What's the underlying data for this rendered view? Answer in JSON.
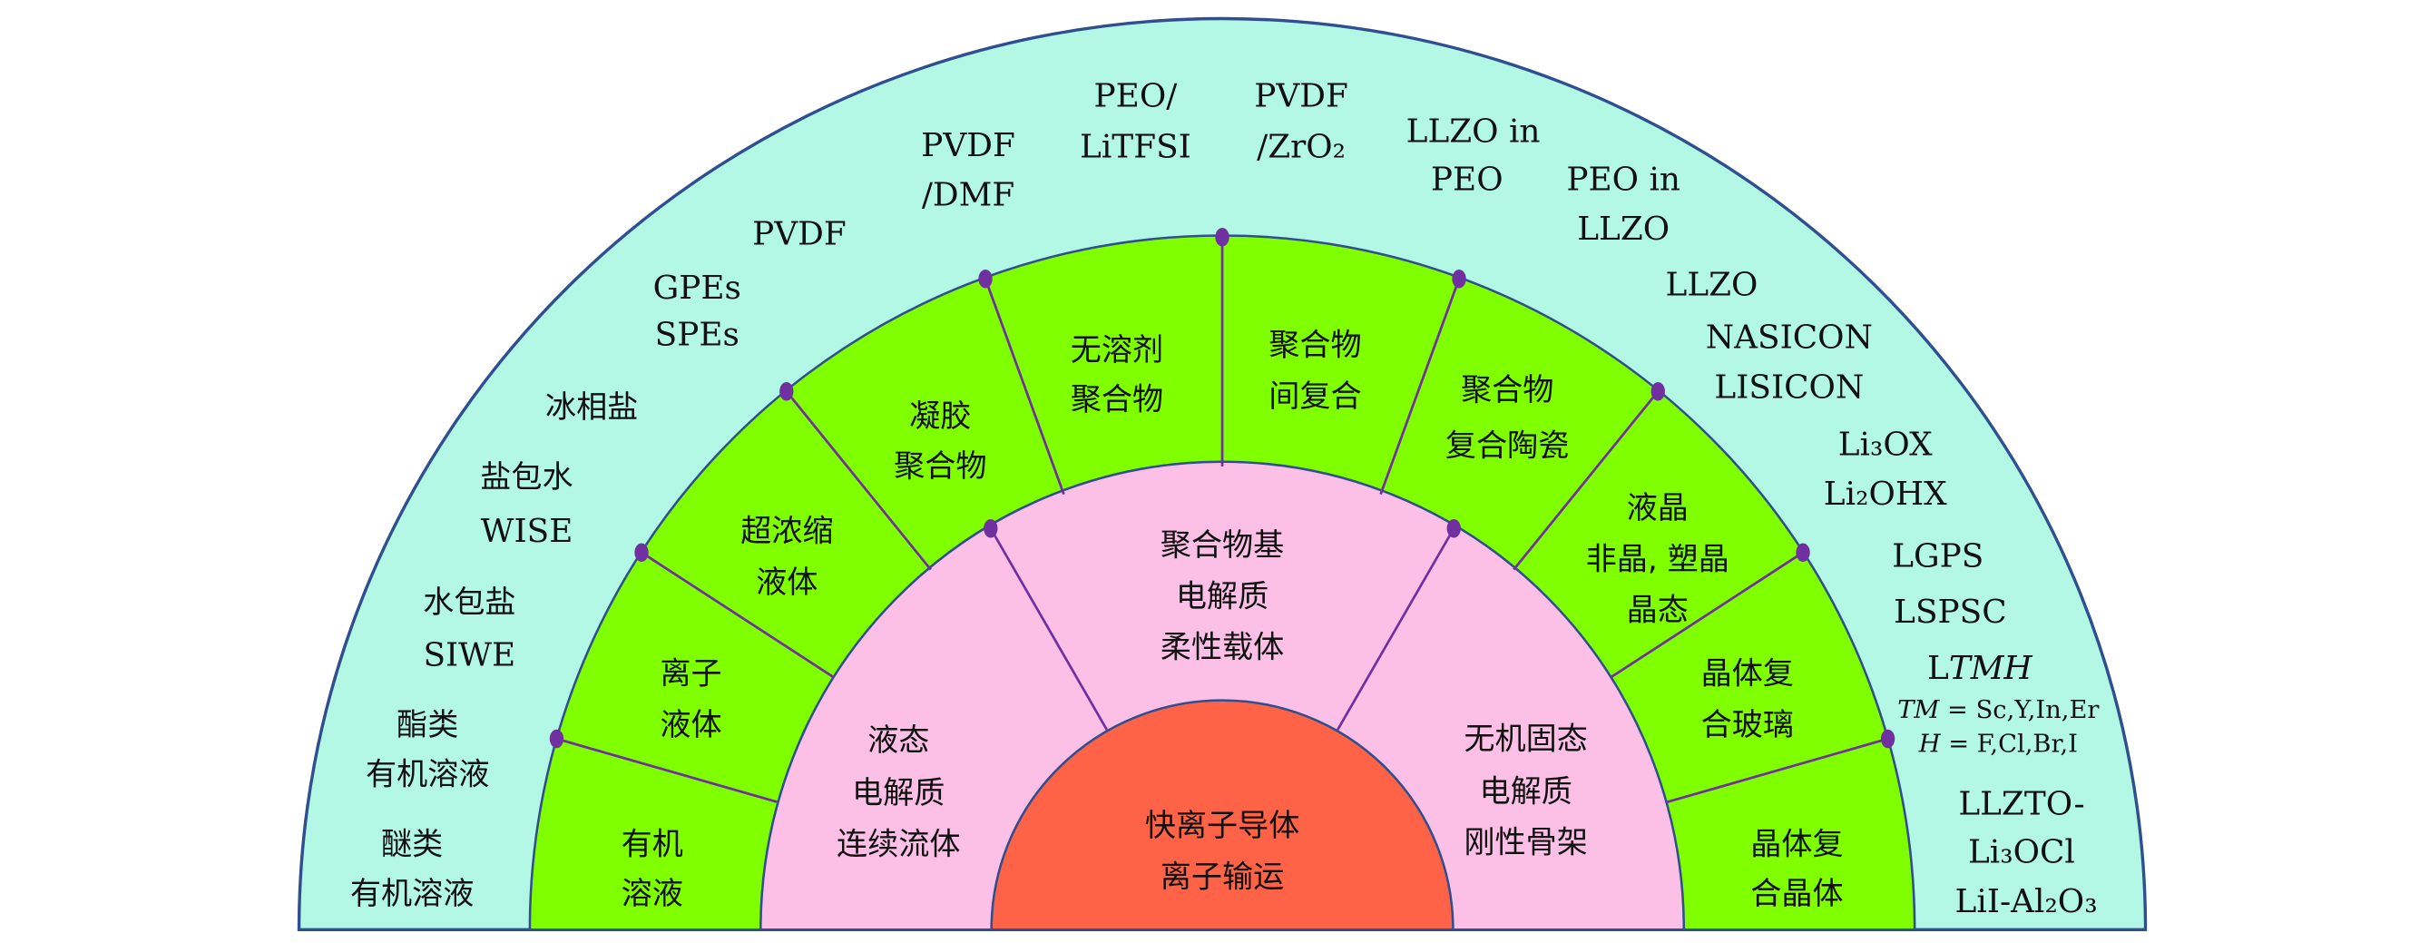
{
  "colors": {
    "outer_ring": "#b3f8e4",
    "middle_ring": "#80ff00",
    "inner_ring": "#fcc0e6",
    "core": "#ff6347",
    "border": "#2f4f8f",
    "divider": "#7030a0"
  },
  "core": {
    "lines": [
      "快离子导体",
      "离子输运"
    ]
  },
  "inner_ring": {
    "liquid": [
      "液态",
      "电解质",
      "连续流体"
    ],
    "polymer": [
      "聚合物基",
      "电解质",
      "柔性载体"
    ],
    "inorganic": [
      "无机固态",
      "电解质",
      "刚性骨架"
    ]
  },
  "middle_ring": {
    "organic": [
      "有机",
      "溶液"
    ],
    "ionic": [
      "离子",
      "液体"
    ],
    "superconc": [
      "超浓缩",
      "液体"
    ],
    "gel": [
      "凝胶",
      "聚合物"
    ],
    "solventfree": [
      "无溶剂",
      "聚合物"
    ],
    "interpolymer": [
      "聚合物",
      "间复合"
    ],
    "polyceramic": [
      "聚合物",
      "复合陶瓷"
    ],
    "crystal_states": [
      "液晶",
      "非晶, 塑晶",
      "晶态"
    ],
    "glass": [
      "晶体复",
      "合玻璃"
    ],
    "crystal": [
      "晶体复",
      "合晶体"
    ]
  },
  "outer_ring": {
    "ether": [
      "醚类",
      "有机溶液"
    ],
    "ester": [
      "酯类",
      "有机溶液"
    ],
    "siwe": [
      "水包盐",
      "SIWE"
    ],
    "wise": [
      "盐包水",
      "WISE"
    ],
    "ice": [
      "冰相盐"
    ],
    "gpe": [
      "GPEs",
      "SPEs"
    ],
    "pvdf": [
      "PVDF"
    ],
    "pvdf_dmf": [
      "PVDF",
      "/DMF"
    ],
    "peo_litfsi": [
      "PEO/",
      "LiTFSI"
    ],
    "pvdf_zro2": [
      "PVDF",
      "/ZrO₂"
    ],
    "llzo_in_peo": [
      "LLZO in",
      "PEO"
    ],
    "peo_in_llzo": [
      "PEO in",
      "LLZO"
    ],
    "llzo": [
      "LLZO"
    ],
    "nasicon": [
      "NASICON",
      "LISICON"
    ],
    "antiperovskite": [
      "Li₃OX",
      "Li₂OHX"
    ],
    "sulfide": [
      "LGPS",
      "LSPSC"
    ],
    "ltmh": {
      "prefix": "L",
      "italic": "TMH",
      "tm_var": "TM",
      "tm_vals": " = Sc,Y,In,Er",
      "h_var": "H",
      "h_vals": " = F,Cl,Br,I"
    },
    "composite": [
      "LLZTO-",
      "Li₃OCl",
      "LiI-Al₂O₃"
    ]
  }
}
